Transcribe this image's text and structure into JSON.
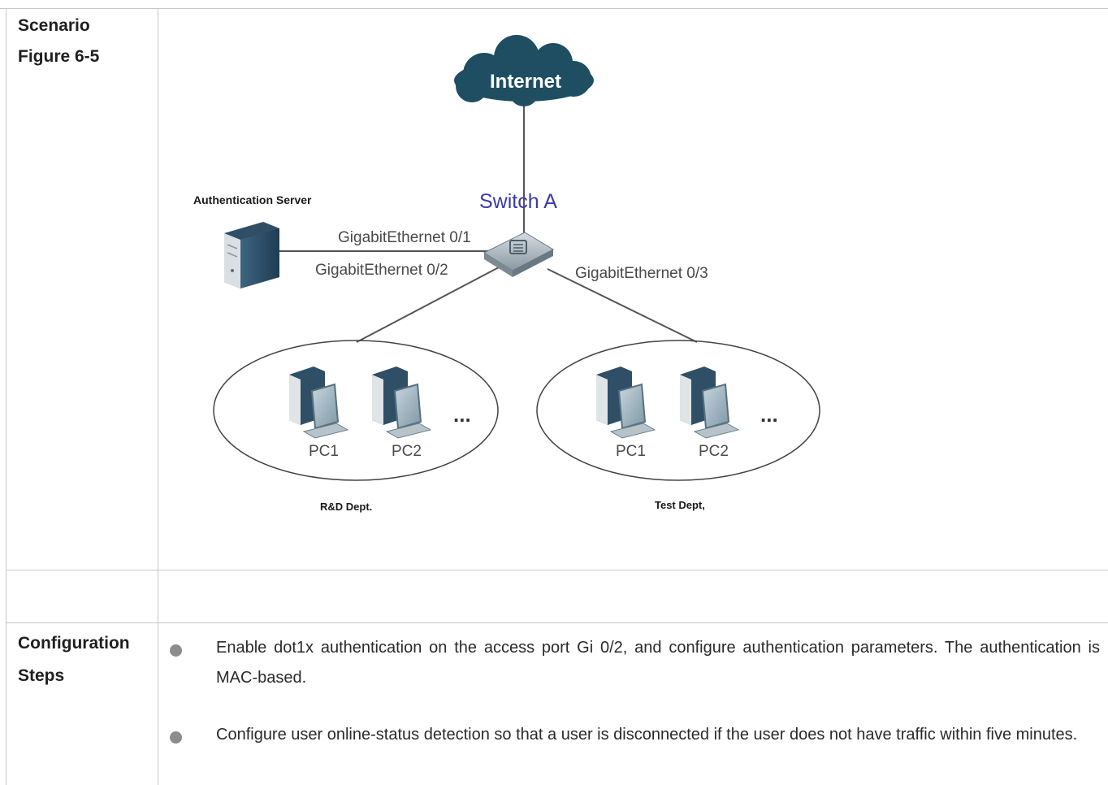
{
  "table": {
    "row1": {
      "label_line1": "Scenario",
      "label_line2": "Figure 6-5"
    },
    "row3": {
      "label_line1": "Configuration",
      "label_line2": "Steps",
      "steps": [
        "Enable dot1x authentication on the access port Gi 0/2, and configure authentication parameters. The authentication is MAC-based.",
        "Configure user online-status detection so that a user is disconnected if the user does not have traffic within five minutes."
      ]
    }
  },
  "diagram": {
    "cloud_label": "Internet",
    "switch_label": "Switch A",
    "server_label": "Authentication Server",
    "port1_label": "GigabitEthernet 0/1",
    "port2_label": "GigabitEthernet 0/2",
    "port3_label": "GigabitEthernet 0/3",
    "groups": [
      {
        "name": "R&D Dept.",
        "pc1": "PC1",
        "pc2": "PC2",
        "more": "..."
      },
      {
        "name": "Test Dept,",
        "pc1": "PC1",
        "pc2": "PC2",
        "more": "..."
      }
    ],
    "colors": {
      "cloud": "#1f4e63",
      "switch_label": "#3a3ab0",
      "device": "#2e4f66",
      "line": "#555555"
    }
  }
}
